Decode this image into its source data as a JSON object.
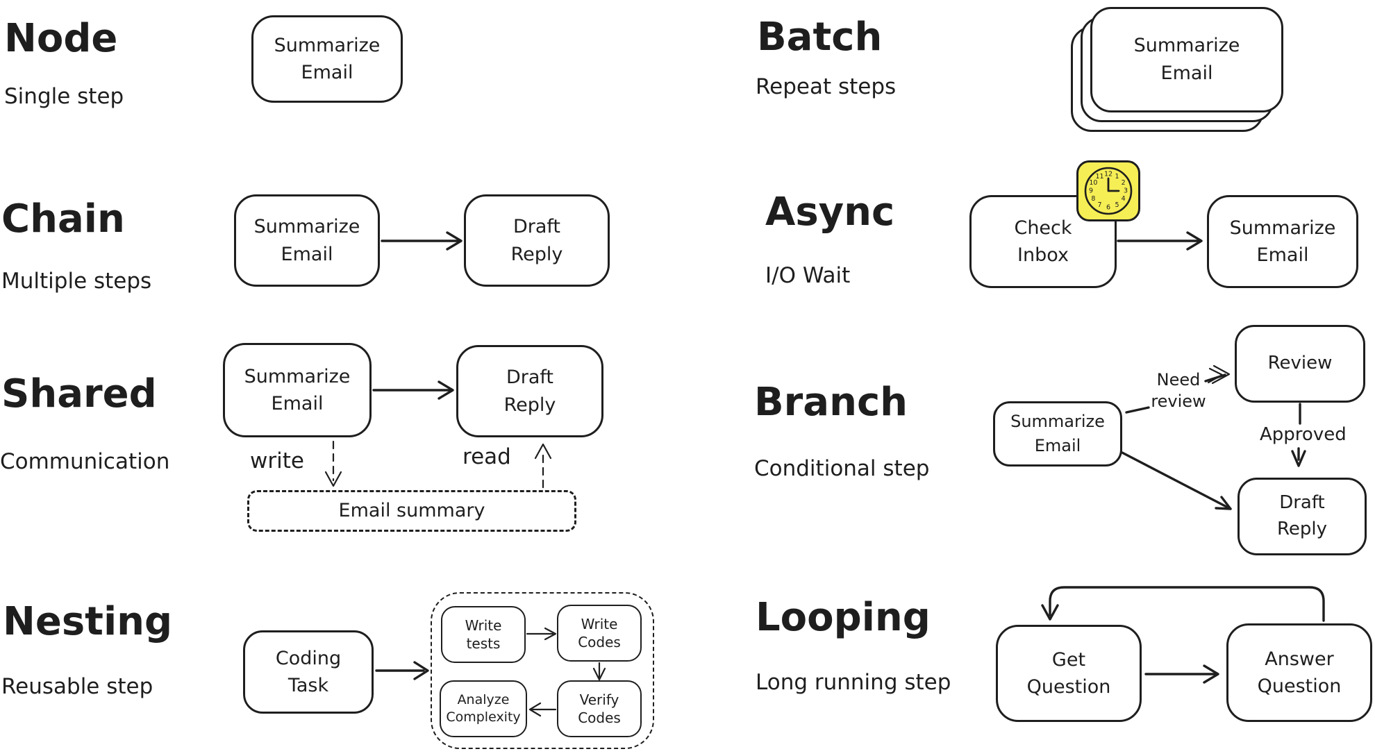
{
  "colors": {
    "ink": "#1e1e1e",
    "paper": "#ffffff",
    "sticker_yellow": "#f6ee55"
  },
  "sections": [
    {
      "id": "node",
      "title": "Node",
      "subtitle": "Single step",
      "nodes": [
        {
          "label": "Summarize\nEmail"
        }
      ]
    },
    {
      "id": "chain",
      "title": "Chain",
      "subtitle": "Multiple steps",
      "nodes": [
        {
          "label": "Summarize\nEmail"
        },
        {
          "label": "Draft\nReply"
        }
      ]
    },
    {
      "id": "shared",
      "title": "Shared",
      "subtitle": "Communication",
      "nodes": [
        {
          "label": "Summarize\nEmail"
        },
        {
          "label": "Draft\nReply"
        }
      ],
      "labels": {
        "write": "write",
        "read": "read"
      },
      "store": {
        "label": "Email summary"
      }
    },
    {
      "id": "nesting",
      "title": "Nesting",
      "subtitle": "Reusable step",
      "nodes": [
        {
          "label": "Coding\nTask"
        }
      ],
      "inner_nodes": [
        {
          "label": "Write\ntests"
        },
        {
          "label": "Write\nCodes"
        },
        {
          "label": "Analyze\nComplexity"
        },
        {
          "label": "Verify\nCodes"
        }
      ]
    },
    {
      "id": "batch",
      "title": "Batch",
      "subtitle": "Repeat steps",
      "nodes": [
        {
          "label": "Summarize\nEmail"
        }
      ]
    },
    {
      "id": "async",
      "title": "Async",
      "subtitle": "I/O Wait",
      "nodes": [
        {
          "label": "Check\nInbox"
        },
        {
          "label": "Summarize\nEmail"
        }
      ],
      "clock": {
        "hour_labels": [
          "12",
          "1",
          "2",
          "3",
          "4",
          "5",
          "6",
          "7",
          "8",
          "9",
          "10",
          "11"
        ]
      }
    },
    {
      "id": "branch",
      "title": "Branch",
      "subtitle": "Conditional step",
      "nodes": [
        {
          "label": "Summarize\nEmail"
        },
        {
          "label": "Review"
        },
        {
          "label": "Draft\nReply"
        }
      ],
      "labels": {
        "need_review": "Need\nreview",
        "approved": "Approved"
      }
    },
    {
      "id": "looping",
      "title": "Looping",
      "subtitle": "Long running step",
      "nodes": [
        {
          "label": "Get\nQuestion"
        },
        {
          "label": "Answer\nQuestion"
        }
      ]
    }
  ]
}
